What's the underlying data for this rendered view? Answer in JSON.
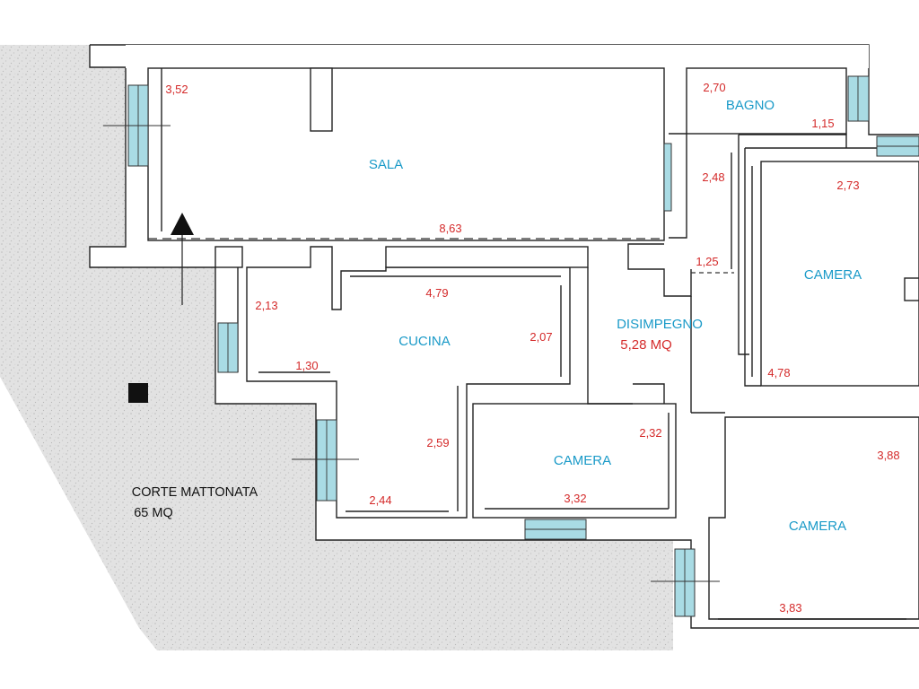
{
  "colors": {
    "room_label": "#1a9ac8",
    "dimension": "#d42a2a",
    "window_glass": "#a9dbe4",
    "courtyard_paving": "#dcdcdc",
    "wall_outline": "#222222"
  },
  "rooms": {
    "sala": "SALA",
    "bagno": "BAGNO",
    "cucina": "CUCINA",
    "disimpegno": "DISIMPEGNO",
    "camera_small": "CAMERA",
    "camera_right_top": "CAMERA",
    "camera_right_bottom": "CAMERA"
  },
  "areas": {
    "disimpegno": "5,28 MQ"
  },
  "courtyard": {
    "label": "CORTE MATTONATA",
    "area": "65 MQ"
  },
  "dimensions": {
    "sala_left": "3,52",
    "sala_length": "8,63",
    "bagno_width": "2,70",
    "bagno_small": "1,15",
    "corridor_248": "2,48",
    "corridor_125": "1,25",
    "camera_top_width": "2,73",
    "camera_top_depth": "4,78",
    "cucina_left": "2,13",
    "cucina_top": "4,79",
    "cucina_right": "2,07",
    "cucina_step": "1,30",
    "cucina_lower": "2,59",
    "cucina_bottom": "2,44",
    "camera_small_height": "2,32",
    "camera_small_width": "3,32",
    "camera_bottom_height": "3,88",
    "camera_bottom_width": "3,83"
  },
  "icons": {
    "north_arrow": "north-arrow-icon",
    "marker": "square-marker-icon"
  }
}
